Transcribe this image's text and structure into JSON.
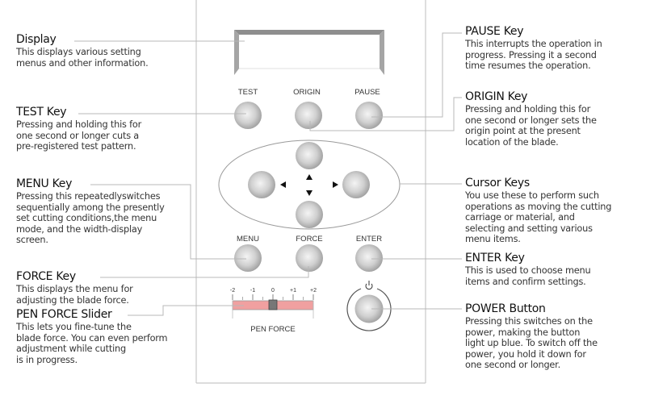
{
  "panel": {
    "key_labels": {
      "test": "TEST",
      "origin": "ORIGIN",
      "pause": "PAUSE",
      "menu": "MENU",
      "force": "FORCE",
      "enter": "ENTER"
    },
    "slider": {
      "label": "PEN FORCE",
      "ticks": [
        "-2",
        "-1",
        "0",
        "+1",
        "+2"
      ],
      "value": 0,
      "fill_color": "#f0a0a0"
    },
    "power_symbol": "⏻"
  },
  "callouts": {
    "display": {
      "title": "Display",
      "desc": [
        "This displays various setting",
        "menus and other information."
      ]
    },
    "test": {
      "title": "TEST Key",
      "desc": [
        "Pressing and holding this for",
        "one second or longer cuts a",
        "pre-registered test pattern."
      ]
    },
    "menu": {
      "title": "MENU Key",
      "desc": [
        "Pressing this repeatedlyswitches",
        "sequentially among the presently",
        "set cutting conditions,the menu",
        "mode, and the width-display",
        "screen."
      ]
    },
    "force": {
      "title": "FORCE Key",
      "desc": [
        "This displays the menu for",
        "adjusting the blade force."
      ]
    },
    "pen_force": {
      "title": "PEN FORCE Slider",
      "desc": [
        "This lets you fine-tune the",
        "blade force. You can even perform",
        "adjustment while cutting",
        "is in progress."
      ]
    },
    "pause": {
      "title": "PAUSE Key",
      "desc": [
        "This interrupts the operation in",
        "progress. Pressing it a second",
        "time resumes the operation."
      ]
    },
    "origin": {
      "title": "ORIGIN Key",
      "desc": [
        "Pressing and holding this for",
        "one second or longer sets the",
        "origin point at the present",
        "location of the blade."
      ]
    },
    "cursor": {
      "title": "Cursor Keys",
      "desc": [
        "You use these to perform such",
        "operations as moving the cutting",
        "carriage or material, and",
        "selecting and setting various",
        "menu items."
      ]
    },
    "enter": {
      "title": "ENTER Key",
      "desc": [
        "This is used to choose menu",
        "items and confirm settings."
      ]
    },
    "power": {
      "title": "POWER Button",
      "desc": [
        "Pressing this switches on the",
        "power, making the button",
        "light up blue. To switch off the",
        "power, you hold it down for",
        "one second or longer."
      ]
    }
  }
}
